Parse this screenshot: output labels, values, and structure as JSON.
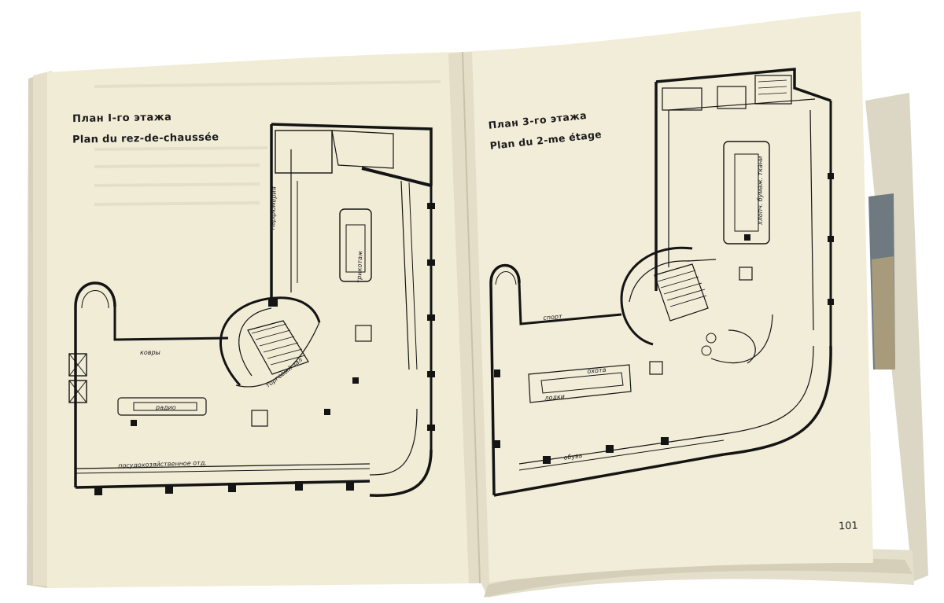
{
  "left_page": {
    "title_ru": "План I-го этажа",
    "title_fr": "Plan du rez-de-chaussée",
    "rooms": {
      "perfumery": "парфюмерия",
      "knitwear": "трикотаж",
      "carpets": "ковры",
      "radio": "радио",
      "trading_hall": "торговый зал",
      "household": "посудохозяйственное отд."
    }
  },
  "right_page": {
    "title_ru": "План 3-го этажа",
    "title_fr": "Plan du 2-me étage",
    "page_number": "101",
    "rooms": {
      "sport": "спорт",
      "hunting": "охота",
      "footwear": "обувь",
      "boats": "лодки",
      "cotton_fabrics": "хлопч. бумаж. ткани"
    }
  },
  "colors": {
    "paper": "#f1ecd6",
    "ink": "#141414",
    "photo_strip": "#8a8f8a"
  }
}
